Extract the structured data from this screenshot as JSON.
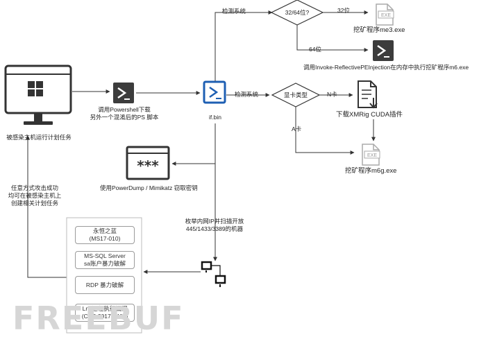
{
  "labels": {
    "infected_host": "被感染主机运行计划任务",
    "powershell_line1": "调用Powershell下载",
    "powershell_line2": "另外一个混淆后的PS 脚本",
    "ifbin": "if.bin",
    "check_system_1": "检测系统",
    "check_system_2": "检测系统",
    "arch_decision": "32/64位?",
    "edge_32": "32位",
    "edge_64": "64位",
    "miner_me3": "挖矿程序me3.exe",
    "miner_m6": "调用Invoke-ReflectivePEInjection在内存中执行挖矿程序m6.exe",
    "gpu_decision": "显卡类型",
    "edge_n": "N卡",
    "edge_a": "A卡",
    "download_xmrig": "下载XMRig CUDA插件",
    "miner_m6g": "挖矿程序m6g.exe",
    "powerdump": "使用PowerDump / Mimikatz 窃取密钥",
    "scan_line1": "枚举内网IP并扫描开放",
    "scan_line2": "445/1433/3389的机器",
    "attack_line1": "任意方式攻击成功",
    "attack_line2": "均可在被感染主机上",
    "attack_line3": "创建相关计划任务",
    "watermark": "FREEBUF"
  },
  "attacks": [
    {
      "line1": "永恒之蓝",
      "line2": "(MS17-010)"
    },
    {
      "line1": "MS-SQL Server",
      "line2": "sa账户暴力破解"
    },
    {
      "line1": "RDP 暴力破解",
      "line2": ""
    },
    {
      "line1": "Lnk远程执行漏洞",
      "line2": "(CVE-2017-8464)"
    }
  ],
  "icons": {
    "monitor": "windows-monitor-icon",
    "powershell": "powershell-icon",
    "file": "file-icon",
    "password": "password-window-icon",
    "network": "network-computers-icon"
  },
  "colors": {
    "line": "#333333",
    "powershell_dark": "#3c3c3c",
    "ifbin_blue": "#1e5fb3",
    "file_gray": "#aaaaaa"
  }
}
